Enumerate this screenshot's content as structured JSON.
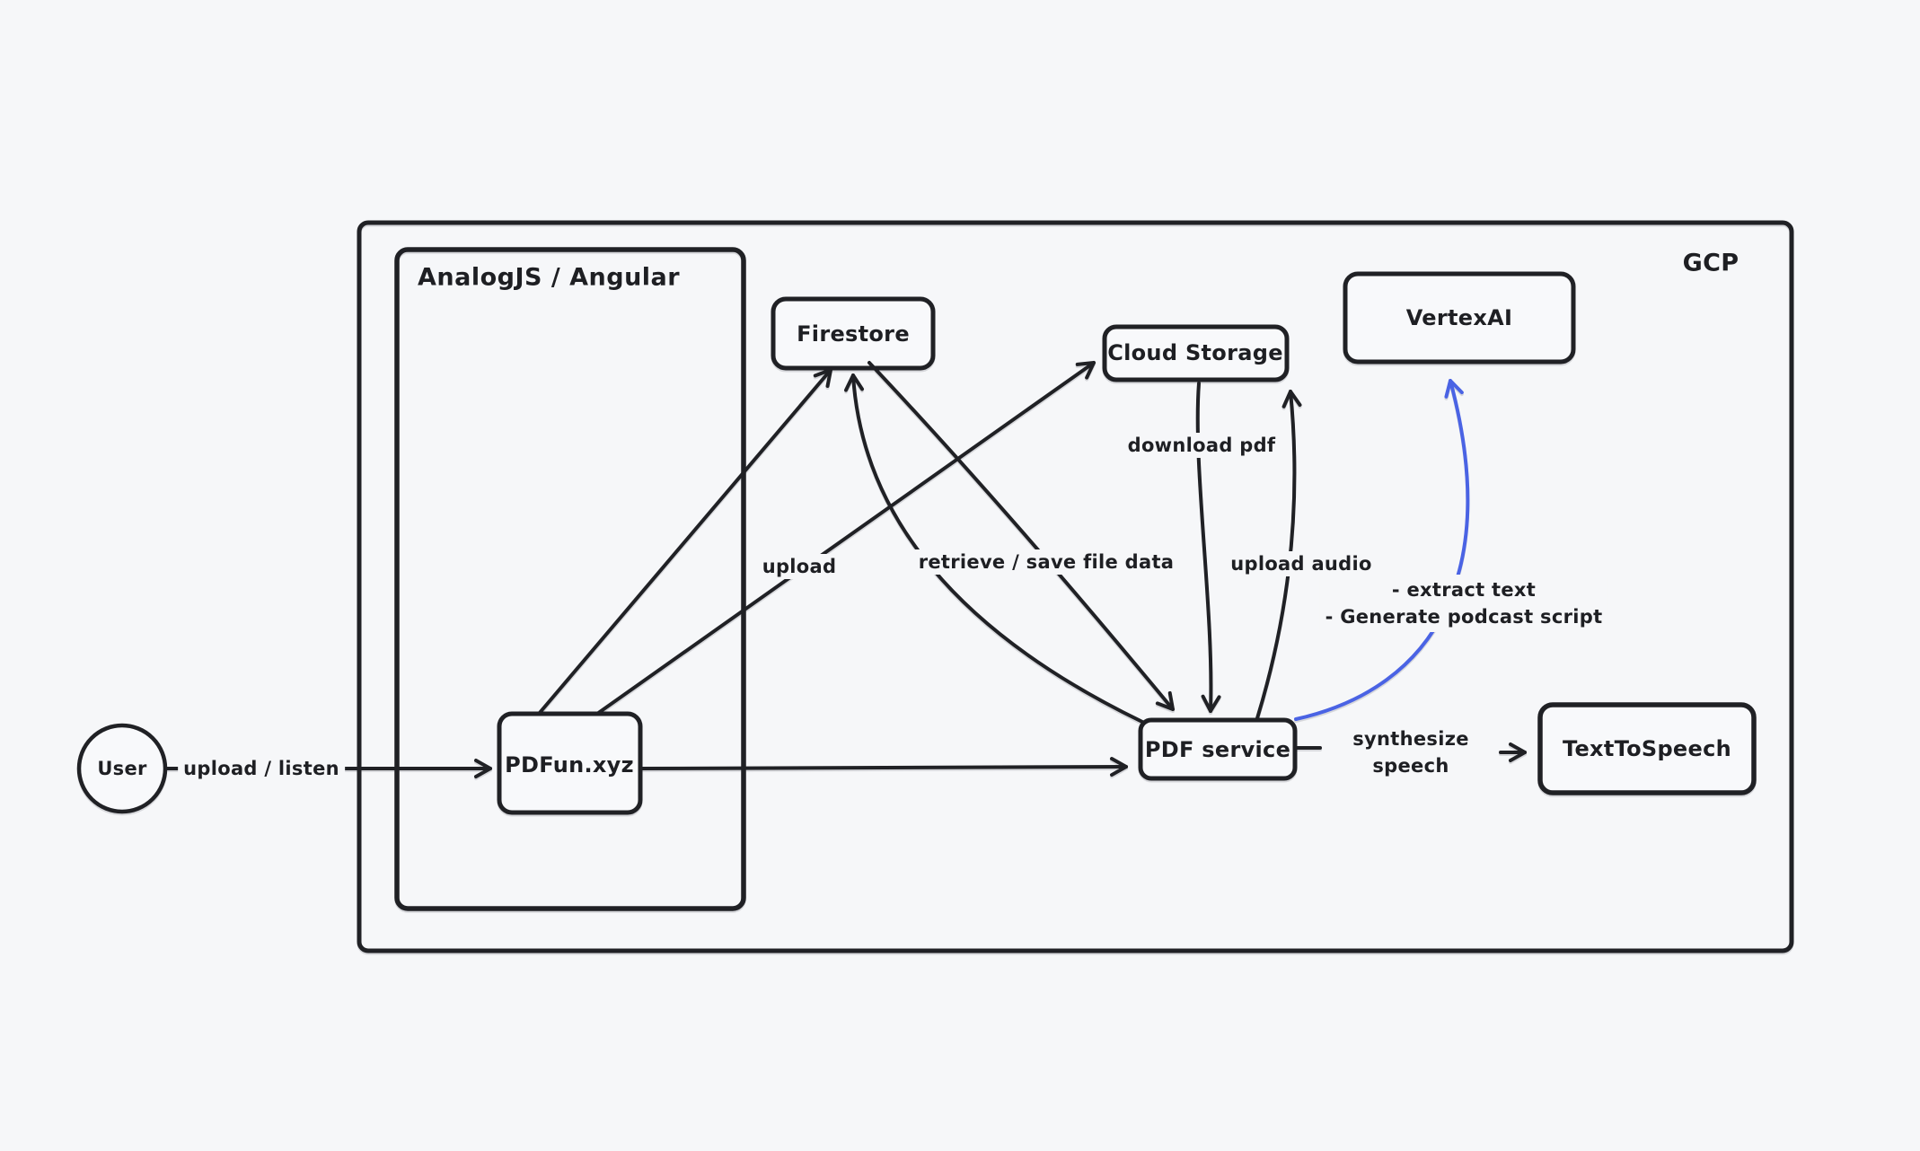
{
  "colors": {
    "background": "#f6f7f9",
    "stroke": "#202125",
    "text": "#1e1f23",
    "accent_blue": "#4a63e4"
  },
  "containers": {
    "gcp": {
      "label": "GCP"
    },
    "frontend": {
      "label": "AnalogJS / Angular"
    }
  },
  "nodes": {
    "user": {
      "label": "User"
    },
    "pdfun": {
      "label": "PDFun.xyz"
    },
    "firestore": {
      "label": "Firestore"
    },
    "cloud_storage": {
      "label": "Cloud Storage"
    },
    "vertexai": {
      "label": "VertexAI"
    },
    "pdf_service": {
      "label": "PDF service"
    },
    "texttospeech": {
      "label": "TextToSpeech"
    }
  },
  "edges": {
    "user_to_pdfun": {
      "label": "upload / listen"
    },
    "pdfun_to_cloud_storage": {
      "label": "upload"
    },
    "firestore_pdf_service": {
      "label": "retrieve / save file data"
    },
    "cloud_storage_to_pdf_service": {
      "label": "download pdf"
    },
    "pdf_service_to_cloud_storage": {
      "label": "upload audio"
    },
    "pdf_service_to_vertexai": {
      "label_line1": "- extract text",
      "label_line2": "- Generate podcast script"
    },
    "pdf_service_to_texttospeech": {
      "label_line1": "synthesize",
      "label_line2": "speech"
    }
  }
}
